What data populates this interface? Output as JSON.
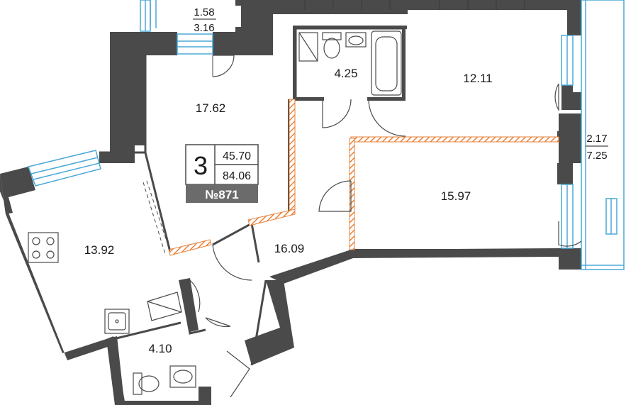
{
  "rooms": [
    {
      "id": "living",
      "area": "17.62"
    },
    {
      "id": "bath",
      "area": "4.25"
    },
    {
      "id": "bedroom1",
      "area": "12.11"
    },
    {
      "id": "kitchen",
      "area": "13.92"
    },
    {
      "id": "hall",
      "area": "16.09"
    },
    {
      "id": "bedroom2",
      "area": "15.97"
    },
    {
      "id": "wc",
      "area": "4.10"
    }
  ],
  "balconies": {
    "top": {
      "area": "1.58",
      "area_total": "3.16"
    },
    "right": {
      "area": "2.17",
      "area_total": "7.25"
    }
  },
  "badge": {
    "rooms_count": "3",
    "living_area": "45.70",
    "total_area": "84.06",
    "apartment_number": "№871"
  },
  "colors": {
    "wall": "#4a4a4a",
    "wall_light": "#9a9a9a",
    "window": "#4aa8d8",
    "partition_hatch": "#e8823a",
    "badge_bg": "#6b6b6b"
  }
}
